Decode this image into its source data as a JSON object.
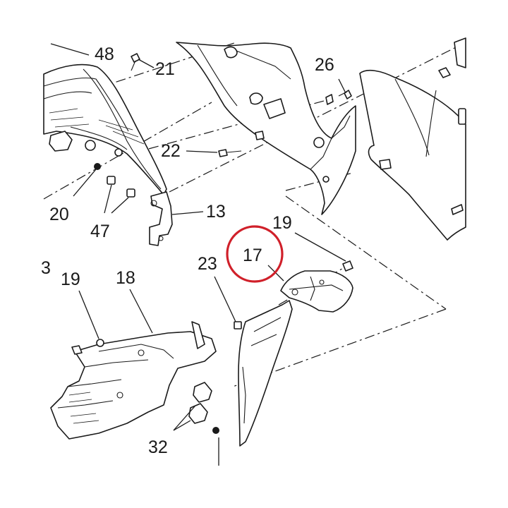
{
  "diagram": {
    "highlight_color": "#d0202a",
    "line_color": "#1a1a1a",
    "background": "#ffffff",
    "callouts": [
      {
        "id": "c48",
        "label": "48"
      },
      {
        "id": "c21",
        "label": "21"
      },
      {
        "id": "c26",
        "label": "26"
      },
      {
        "id": "c22",
        "label": "22"
      },
      {
        "id": "c20",
        "label": "20"
      },
      {
        "id": "c47",
        "label": "47"
      },
      {
        "id": "c13",
        "label": "13"
      },
      {
        "id": "c19a",
        "label": "19"
      },
      {
        "id": "c17",
        "label": "17",
        "highlighted": true
      },
      {
        "id": "c3",
        "label": "3"
      },
      {
        "id": "c19b",
        "label": "19"
      },
      {
        "id": "c18",
        "label": "18"
      },
      {
        "id": "c23",
        "label": "23"
      },
      {
        "id": "c32",
        "label": "32"
      }
    ]
  }
}
